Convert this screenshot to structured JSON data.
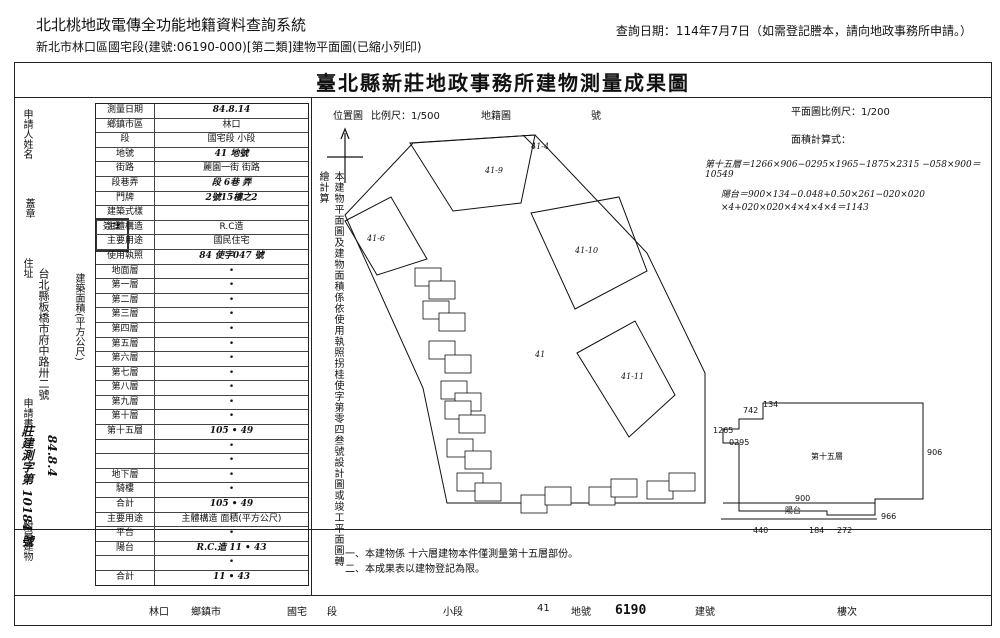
{
  "header": {
    "system_title": "北北桃地政電傳全功能地籍資料查詢系統",
    "subtitle": "新北市林口區國宅段(建號:06190-000)[第二類]建物平面圖(已縮小列印)",
    "query_date": "查詢日期：114年7月7日（如需登記謄本，請向地政事務所申請。）"
  },
  "document": {
    "title": "臺北縣新莊地政事務所建物測量成果圖",
    "stamp_date": "84.8.14"
  },
  "form": {
    "rows": [
      {
        "label": "測量日期",
        "value": "84.8.14"
      },
      {
        "label": "鄉鎮市區",
        "value": "林口"
      },
      {
        "label": "段",
        "value": "國宅段 小段"
      },
      {
        "label": "地號",
        "value": "41 地號"
      },
      {
        "label": "街路",
        "value": "麗園一街 街路"
      },
      {
        "label": "段巷弄",
        "value": "段 6巷 弄"
      },
      {
        "label": "門牌",
        "value": "2號15樓之2"
      },
      {
        "label": "建築式樣",
        "value": ""
      },
      {
        "label": "主體構造",
        "value": "R.C造"
      },
      {
        "label": "主要用途",
        "value": "國民住宅"
      },
      {
        "label": "使用執照",
        "value": "84 使字047 號"
      },
      {
        "label": "地面層",
        "value": "•"
      },
      {
        "label": "第一層",
        "value": "•"
      },
      {
        "label": "第二層",
        "value": "•"
      },
      {
        "label": "第三層",
        "value": "•"
      },
      {
        "label": "第四層",
        "value": "•"
      },
      {
        "label": "第五層",
        "value": "•"
      },
      {
        "label": "第六層",
        "value": "•"
      },
      {
        "label": "第七層",
        "value": "•"
      },
      {
        "label": "第八層",
        "value": "•"
      },
      {
        "label": "第九層",
        "value": "•"
      },
      {
        "label": "第十層",
        "value": "•"
      },
      {
        "label": "第十五層",
        "value": "105 • 49"
      },
      {
        "label": "",
        "value": "•"
      },
      {
        "label": "",
        "value": "•"
      },
      {
        "label": "地下層",
        "value": "•"
      },
      {
        "label": "騎樓",
        "value": "•"
      },
      {
        "label": "合計",
        "value": "105 • 49"
      },
      {
        "label": "主要用途",
        "value": "主體構造 面積(平方公尺)"
      },
      {
        "label": "平台",
        "value": "•"
      },
      {
        "label": "陽台",
        "value": "R.C.造 11 • 43"
      },
      {
        "label": "",
        "value": "•"
      },
      {
        "label": "合計",
        "value": "11 • 43"
      }
    ],
    "left_labels": {
      "applicant": "申請人姓名",
      "seal": "蓋章",
      "address": "住址",
      "address_value": "台北縣板橋市府中路卅二號",
      "application": "申請書",
      "building_no": "莊建測字第 10184 號",
      "building_no_date": "84.8.4",
      "annex": "附屬建物",
      "floor_area": "建築面積(平方公尺)"
    },
    "seal_text": "簽章"
  },
  "plan": {
    "location_label": "位置圖",
    "scale_label": "比例尺：1/500",
    "map_label": "地籍圖",
    "number_label": "號",
    "plan_scale_label": "平面圖比例尺：1/200",
    "area_calc_label": "面積計算式：",
    "calc_line1": "第十五層＝1266×906−0295×1965−1875×2315 −058×900＝10549",
    "calc_line2": "陽台＝900×134−0.048+0.50×261−020×020 ×4+020×020×4×4×4×4＝1143",
    "parcel_labels": [
      "41-9",
      "41-6",
      "41-10",
      "41",
      "41-11",
      "41-4"
    ],
    "floor_label": "第十五層",
    "balcony_label": "陽台",
    "dims": [
      "742",
      "1265",
      "0295",
      "906",
      "900",
      "966",
      "440",
      "184",
      "272",
      "134"
    ]
  },
  "vertical_note": "本建物平面圖及建物面積係依使用執照拐桂使字第零四叁號設計圖或竣工平面圖轉繪計算",
  "notes": {
    "note1": "一、本建物係 十六層建物本件僅測量第十五層部份。",
    "note2": "二、本成果表以建物登記為限。"
  },
  "footer": {
    "township": "林口",
    "township_label": "鄉鎮市",
    "section": "國宅",
    "section_label": "段",
    "subsection_label": "小段",
    "land_no": "41",
    "land_no_label": "地號",
    "building_no": "6190",
    "building_no_label": "建號",
    "floor_label": "樓次"
  }
}
